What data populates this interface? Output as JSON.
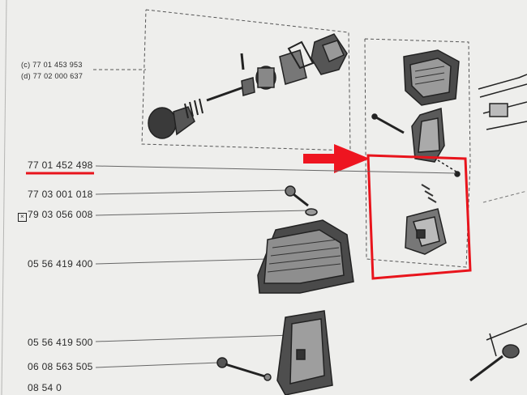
{
  "catalog": {
    "ref_labels": {
      "c_ref": "(c) 77 01 453 953",
      "d_ref": "(d) 77 02 000 637"
    },
    "part_numbers": [
      {
        "id": "p1",
        "text": "77 01 452 498",
        "highlighted": true
      },
      {
        "id": "p2",
        "text": "77 03 001 018",
        "highlighted": false
      },
      {
        "id": "p3",
        "text": "79 03 056 008",
        "highlighted": false,
        "marker": "boxed-x"
      },
      {
        "id": "p4",
        "text": "05 56 419 400",
        "highlighted": false
      },
      {
        "id": "p5",
        "text": "05 56 419 500",
        "highlighted": false
      },
      {
        "id": "p6",
        "text": "06 08 563 505",
        "highlighted": false
      },
      {
        "id": "p7",
        "text": "08 54 0",
        "highlighted": false
      }
    ]
  },
  "annotations": {
    "highlight_color": "#e8141c",
    "arrow_color": "#ee1520"
  }
}
